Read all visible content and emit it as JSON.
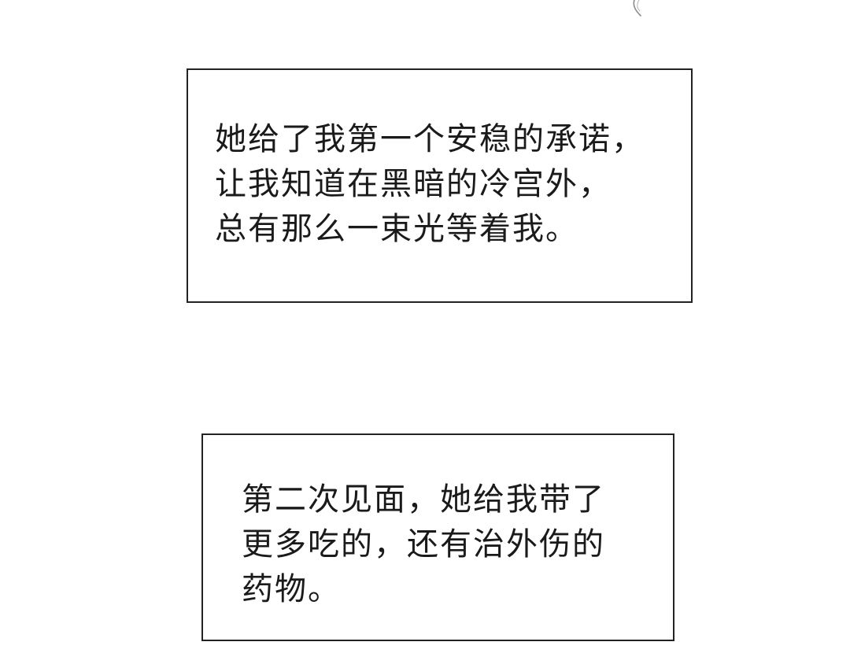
{
  "captions": [
    {
      "lines": [
        "她给了我第一个安稳的承诺，",
        "让我知道在黑暗的冷宫外，",
        "总有那么一束光等着我。"
      ]
    },
    {
      "lines": [
        "第二次见面，她给我带了",
        "更多吃的，还有治外伤的",
        "药物。"
      ]
    }
  ],
  "colors": {
    "background": "#ffffff",
    "border": "#222222",
    "text": "#1a1a1a",
    "stroke": "#8a8a8a"
  }
}
